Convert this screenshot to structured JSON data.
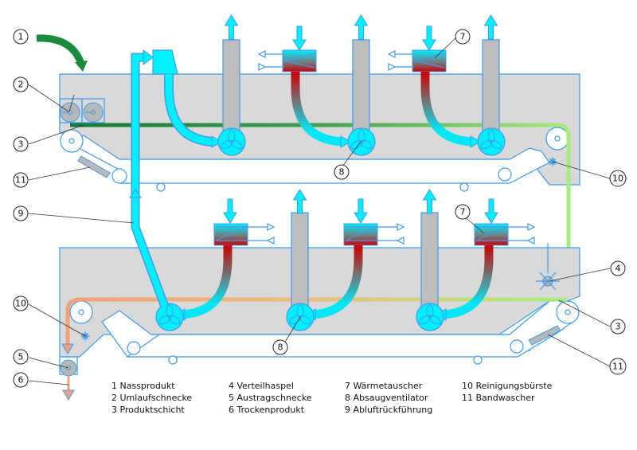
{
  "diagram": {
    "title": "Bandtrockner mit zwei Etagen",
    "colors": {
      "housing": "#d9d9d9",
      "outline": "#3d9cf0",
      "air": "#00f0ff",
      "hot_air": "#cc0000",
      "wet_product": "#1a8a3c",
      "dry_product": "#f4a07a",
      "belt_layer_light": "#a8ec7c"
    },
    "callouts": [
      {
        "num": "1",
        "name": "Nassprodukt"
      },
      {
        "num": "2",
        "name": "Umlaufschnecke"
      },
      {
        "num": "3",
        "name": "Produktschicht"
      },
      {
        "num": "4",
        "name": "Verteilhaspel"
      },
      {
        "num": "5",
        "name": "Austragschnecke"
      },
      {
        "num": "6",
        "name": "Trockenprodukt"
      },
      {
        "num": "7",
        "name": "Wärmetauscher"
      },
      {
        "num": "8",
        "name": "Absaugventilator"
      },
      {
        "num": "9",
        "name": "Abluftrückführung"
      },
      {
        "num": "10",
        "name": "Reinigungsbürste"
      },
      {
        "num": "11",
        "name": "Bandwascher"
      }
    ],
    "markers": {
      "c1": "1",
      "c2": "2",
      "c3a": "3",
      "c3b": "3",
      "c4": "4",
      "c5": "5",
      "c6": "6",
      "c7a": "7",
      "c7b": "7",
      "c8a": "8",
      "c8b": "8",
      "c9": "9",
      "c10a": "10",
      "c10b": "10",
      "c11a": "11",
      "c11b": "11"
    }
  },
  "legend": {
    "col1": [
      "1  Nassprodukt",
      "2  Umlaufschnecke",
      "3  Produktschicht"
    ],
    "col2": [
      "4  Verteilhaspel",
      "5  Austragschnecke",
      "6  Trockenprodukt"
    ],
    "col3": [
      "7  Wärmetauscher",
      "8  Absaugventilator",
      "9  Abluftrückführung"
    ],
    "col4": [
      "10  Reinigungsbürste",
      "11  Bandwascher"
    ]
  }
}
